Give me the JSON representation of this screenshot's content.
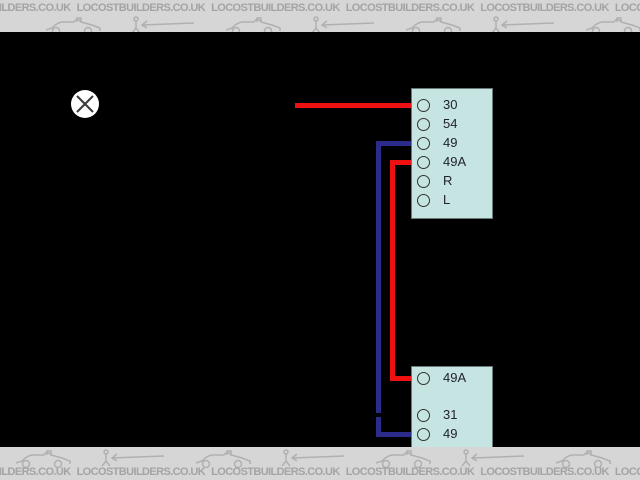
{
  "watermark": {
    "text": "LOCOSTBUILDERS.CO.UK"
  },
  "colors": {
    "band-bg": "#d6d6d6",
    "band-text": "#a4a4a4",
    "band-icon": "#b0b0b0",
    "diagram-bg": "#000000",
    "wire-red": "#ee1111",
    "wire-blue": "#2b2b8c",
    "box-fill": "#c6e4e1",
    "box-border": "#6a7a7a",
    "terminal-stroke": "#333333",
    "label-color": "#22222e",
    "lamp-fill": "#ffffff",
    "lamp-cross": "#3a3a3a"
  },
  "diagram": {
    "top_box": {
      "terminals": [
        "30",
        "54",
        "49",
        "49A",
        "R",
        "L"
      ]
    },
    "bottom_box": {
      "terminals": [
        "49A",
        "31",
        "49"
      ]
    }
  }
}
